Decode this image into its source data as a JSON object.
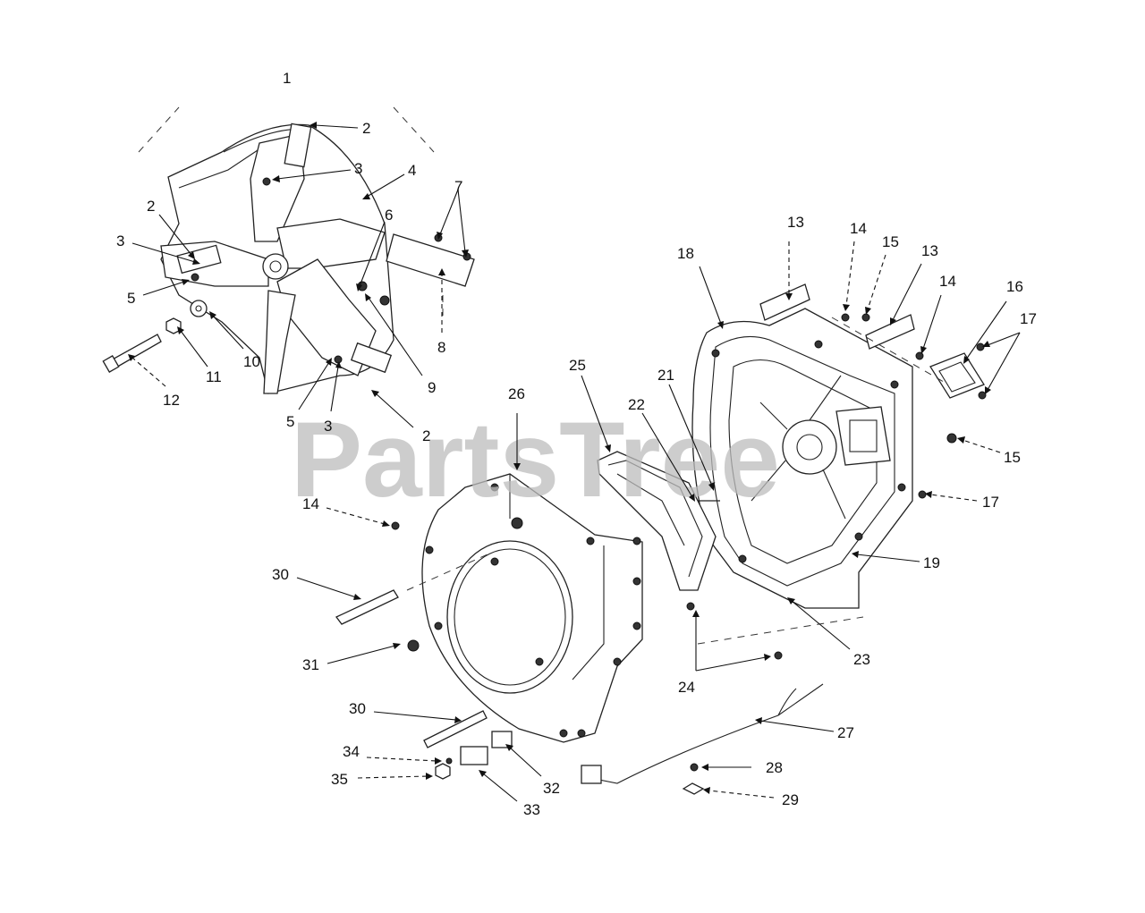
{
  "watermark": "PartsTree",
  "callouts": [
    "1",
    "2",
    "3",
    "4",
    "5",
    "6",
    "7",
    "8",
    "9",
    "10",
    "11",
    "12",
    "13",
    "14",
    "15",
    "16",
    "17",
    "18",
    "19",
    "21",
    "22",
    "23",
    "24",
    "25",
    "26",
    "27",
    "28",
    "29",
    "30",
    "31",
    "32",
    "33",
    "34",
    "35"
  ],
  "labels": [
    {
      "id": "l1",
      "text": "1"
    },
    {
      "id": "l2a",
      "text": "2"
    },
    {
      "id": "l3a",
      "text": "3"
    },
    {
      "id": "l4",
      "text": "4"
    },
    {
      "id": "l7",
      "text": "7"
    },
    {
      "id": "l2b",
      "text": "2"
    },
    {
      "id": "l3b",
      "text": "3"
    },
    {
      "id": "l6",
      "text": "6"
    },
    {
      "id": "l5a",
      "text": "5"
    },
    {
      "id": "l8",
      "text": "8"
    },
    {
      "id": "l10",
      "text": "10"
    },
    {
      "id": "l11",
      "text": "11"
    },
    {
      "id": "l12",
      "text": "12"
    },
    {
      "id": "l9",
      "text": "9"
    },
    {
      "id": "l5b",
      "text": "5"
    },
    {
      "id": "l3c",
      "text": "3"
    },
    {
      "id": "l2c",
      "text": "2"
    },
    {
      "id": "l13a",
      "text": "13"
    },
    {
      "id": "l14a",
      "text": "14"
    },
    {
      "id": "l15a",
      "text": "15"
    },
    {
      "id": "l13b",
      "text": "13"
    },
    {
      "id": "l18",
      "text": "18"
    },
    {
      "id": "l14b",
      "text": "14"
    },
    {
      "id": "l16",
      "text": "16"
    },
    {
      "id": "l17a",
      "text": "17"
    },
    {
      "id": "l25",
      "text": "25"
    },
    {
      "id": "l21",
      "text": "21"
    },
    {
      "id": "l22",
      "text": "22"
    },
    {
      "id": "l26",
      "text": "26"
    },
    {
      "id": "l15b",
      "text": "15"
    },
    {
      "id": "l17b",
      "text": "17"
    },
    {
      "id": "l14c",
      "text": "14"
    },
    {
      "id": "l19",
      "text": "19"
    },
    {
      "id": "l30a",
      "text": "30"
    },
    {
      "id": "l23",
      "text": "23"
    },
    {
      "id": "l31",
      "text": "31"
    },
    {
      "id": "l24",
      "text": "24"
    },
    {
      "id": "l30b",
      "text": "30"
    },
    {
      "id": "l27",
      "text": "27"
    },
    {
      "id": "l34",
      "text": "34"
    },
    {
      "id": "l32",
      "text": "32"
    },
    {
      "id": "l28",
      "text": "28"
    },
    {
      "id": "l35",
      "text": "35"
    },
    {
      "id": "l33",
      "text": "33"
    },
    {
      "id": "l29",
      "text": "29"
    }
  ]
}
